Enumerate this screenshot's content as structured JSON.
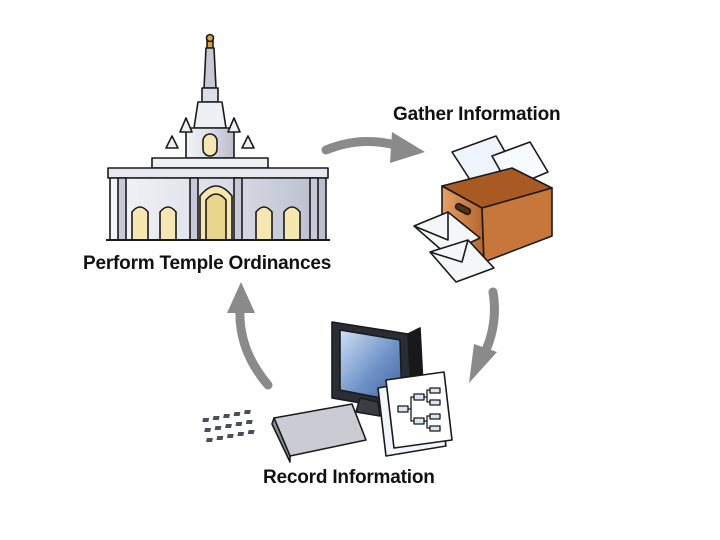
{
  "diagram": {
    "steps": [
      {
        "id": "gather",
        "label": "Gather Information",
        "icon": "file-box-icon"
      },
      {
        "id": "record",
        "label": "Record Information",
        "icon": "computer-icon"
      },
      {
        "id": "perform",
        "label": "Perform Temple Ordinances",
        "icon": "temple-icon"
      }
    ],
    "flow": [
      "gather",
      "record",
      "perform",
      "gather"
    ]
  },
  "colors": {
    "arrow": "#8a8a8a",
    "box": "#c8773a",
    "monitor_screen": "#6f93c8",
    "temple_wall": "#dcdfe8",
    "temple_spire_gold": "#d9a441",
    "outline": "#1a1a1a"
  }
}
